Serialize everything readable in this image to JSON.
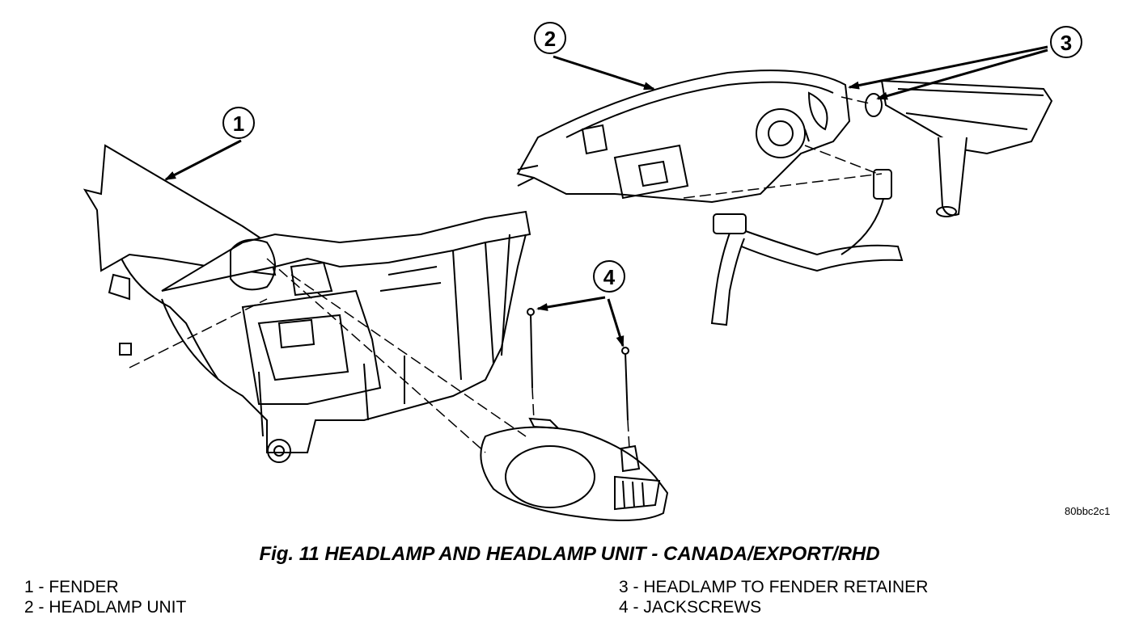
{
  "callouts": [
    "1",
    "2",
    "3",
    "4"
  ],
  "drawing_code": "80bbc2c1",
  "caption": "Fig. 11 HEADLAMP AND HEADLAMP UNIT - CANADA/EXPORT/RHD",
  "legend": [
    {
      "text": "1 - FENDER"
    },
    {
      "text": "2 - HEADLAMP UNIT"
    },
    {
      "text": "3 - HEADLAMP TO FENDER RETAINER"
    },
    {
      "text": "4 - JACKSCREWS"
    }
  ]
}
